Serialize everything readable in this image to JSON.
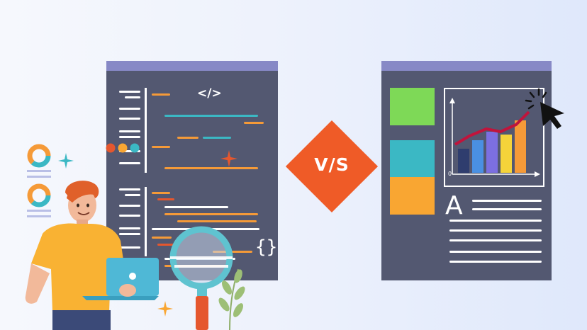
{
  "code_panel": {
    "tag": "</>",
    "braces": "{}"
  },
  "vs_badge": {
    "text": "V/S"
  },
  "preview_panel": {
    "letter": "A",
    "axis_origin": "0"
  },
  "colors": {
    "panel": "#535871",
    "panel_topbar": "#8789c6",
    "badge": "#ef5b27",
    "green_block": "#7ed957",
    "teal_block": "#3bb8c4",
    "orange_block": "#f9a632",
    "shirt": "#f9b233",
    "hair": "#e0602a",
    "laptop": "#4fb8d6",
    "magnifier_rim": "#5fc3d0",
    "magnifier_handle": "#e5572e"
  },
  "icons": [
    "donut-chart-icon",
    "sparkle-icon",
    "magnifying-glass-icon",
    "cursor-pointer-icon",
    "plant-icon",
    "laptop-icon"
  ]
}
